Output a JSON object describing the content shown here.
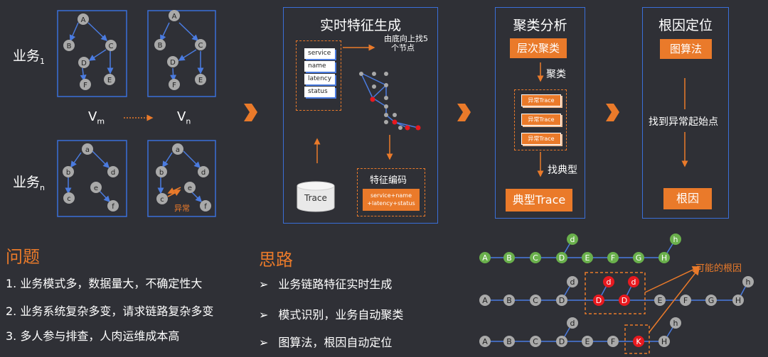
{
  "left": {
    "biz1": "业务",
    "biz1_sub": "1",
    "bizn": "业务",
    "bizn_sub": "n",
    "vm": "V",
    "vm_sub": "m",
    "vn": "V",
    "vn_sub": "n",
    "graph_upper_nodes": [
      "A",
      "B",
      "C",
      "D",
      "E",
      "F"
    ],
    "graph_lower_nodes": [
      "a",
      "b",
      "d",
      "e",
      "c",
      "f"
    ],
    "anomaly_label": "异常"
  },
  "feature": {
    "title": "实时特征生成",
    "fields": [
      "service",
      "name",
      "latency",
      "status"
    ],
    "bottom_up_note_line1": "由底向上找5",
    "bottom_up_note_line2": "个节点",
    "trace_label": "Trace",
    "encode_title": "特征编码",
    "encode_line1": "service+name",
    "encode_line2": "+latency+status"
  },
  "cluster": {
    "title": "聚类分析",
    "hier": "层次聚类",
    "cluster_label": "聚类",
    "abnormal_trace": [
      "异常Trace",
      "异常Trace",
      "异常Trace"
    ],
    "find_typical": "找典型",
    "typical": "典型Trace"
  },
  "root": {
    "title": "根因定位",
    "graph_algo": "图算法",
    "find_start": "找到异常起始点",
    "root_cause": "根因"
  },
  "problems": {
    "title": "问题",
    "items": [
      "1. 业务模式多，数据量大，不确定性大",
      "2. 业务系统复杂多变，请求链路复杂多变",
      "3. 多人参与排查，人肉运维成本高"
    ]
  },
  "ideas": {
    "title": "思路",
    "bullet": "➢",
    "items": [
      "业务链路特征实时生成",
      "模式识别，业务自动聚类",
      "图算法，根因自动定位"
    ]
  },
  "chains": {
    "possible_root": "可能的根因",
    "row1_main": [
      "A",
      "B",
      "C",
      "D",
      "E",
      "F",
      "G",
      "H"
    ],
    "row1_branch": [
      "d",
      "h"
    ],
    "row2_main": [
      "A",
      "B",
      "C",
      "D",
      "D",
      "D",
      "E",
      "F",
      "G",
      "H"
    ],
    "row2_branch": [
      "d",
      "d",
      "d",
      "h"
    ],
    "row3_main": [
      "A",
      "B",
      "C",
      "D",
      "E",
      "F",
      "K",
      "H"
    ],
    "row3_branch": [
      "d",
      "h"
    ]
  },
  "colors": {
    "background": "#2f3036",
    "panel_border": "#3a6fd8",
    "orange": "#ea7a2a",
    "node_grey": "#a9a9a9",
    "node_green": "#6ab04c",
    "node_red": "#e8191f",
    "edge_blue": "#4a7be0"
  }
}
